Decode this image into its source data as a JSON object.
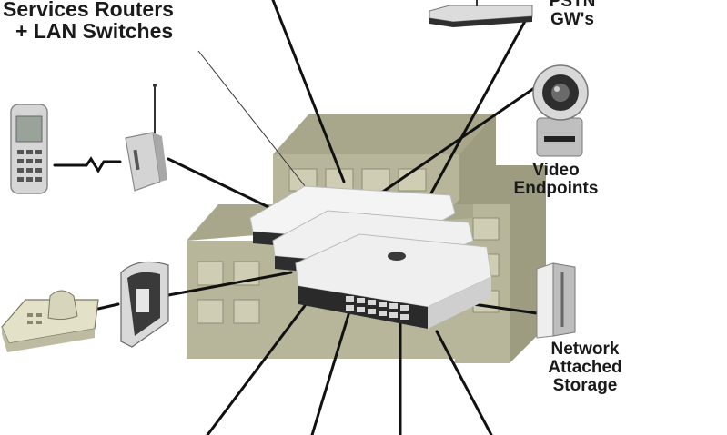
{
  "labels": {
    "services_routers": [
      "Services Routers",
      "+ LAN Switches"
    ],
    "pstn": [
      "PSTN",
      "GW's"
    ],
    "video": [
      "Video",
      "Endpoints"
    ],
    "nas": [
      "Network",
      "Attached",
      "Storage"
    ]
  },
  "colors": {
    "building_face": "#b7b59a",
    "building_top": "#a9a78b",
    "building_side": "#9d9b80",
    "window": "#cfcdb4",
    "device_white": "#f2f2f2",
    "device_dark": "#2e2e2e",
    "line": "#111111"
  },
  "icons": [
    "mobile-phone-icon",
    "wireless-access-point-icon",
    "desk-phone-icon",
    "wall-phone-icon",
    "pstn-gateway-icon",
    "video-camera-icon",
    "nas-storage-icon",
    "router-stack-icon",
    "building-icon"
  ]
}
